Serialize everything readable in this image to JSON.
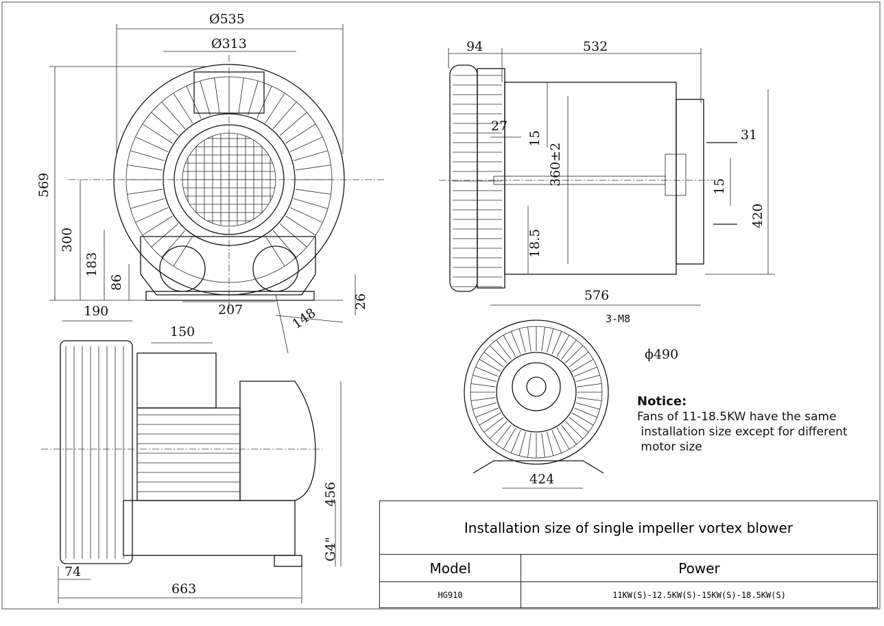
{
  "dimensions": {
    "front": {
      "d535": "Ø535",
      "d313": "Ø313",
      "h569": "569",
      "h300": "300",
      "h183": "183",
      "h86": "86",
      "w207": "207",
      "w150": "150",
      "w148": "148",
      "h26": "26",
      "w190": "190"
    },
    "side": {
      "w94": "94",
      "w532": "532",
      "w27": "27",
      "h15a": "15",
      "h360": "360±2",
      "w31": "31",
      "h15b": "15",
      "h420": "420",
      "h18_5": "18.5",
      "w576": "576"
    },
    "rear": {
      "bolts": "3-M8",
      "d490": "ϕ490",
      "w424": "424"
    },
    "bottom": {
      "h456": "456",
      "g4": "G4\"",
      "w74": "74",
      "w663": "663"
    }
  },
  "notice": {
    "title": "Notice:",
    "line1": "Fans of 11-18.5KW have the same",
    "line2": " installation size except for different",
    "line3": " motor size"
  },
  "table": {
    "title": "Installation size of single impeller vortex blower",
    "headers": [
      "Model",
      "Power"
    ],
    "rows": [
      [
        "HG910",
        "11KW(S)-12.5KW(S)-15KW(S)-18.5KW(S)"
      ]
    ]
  }
}
